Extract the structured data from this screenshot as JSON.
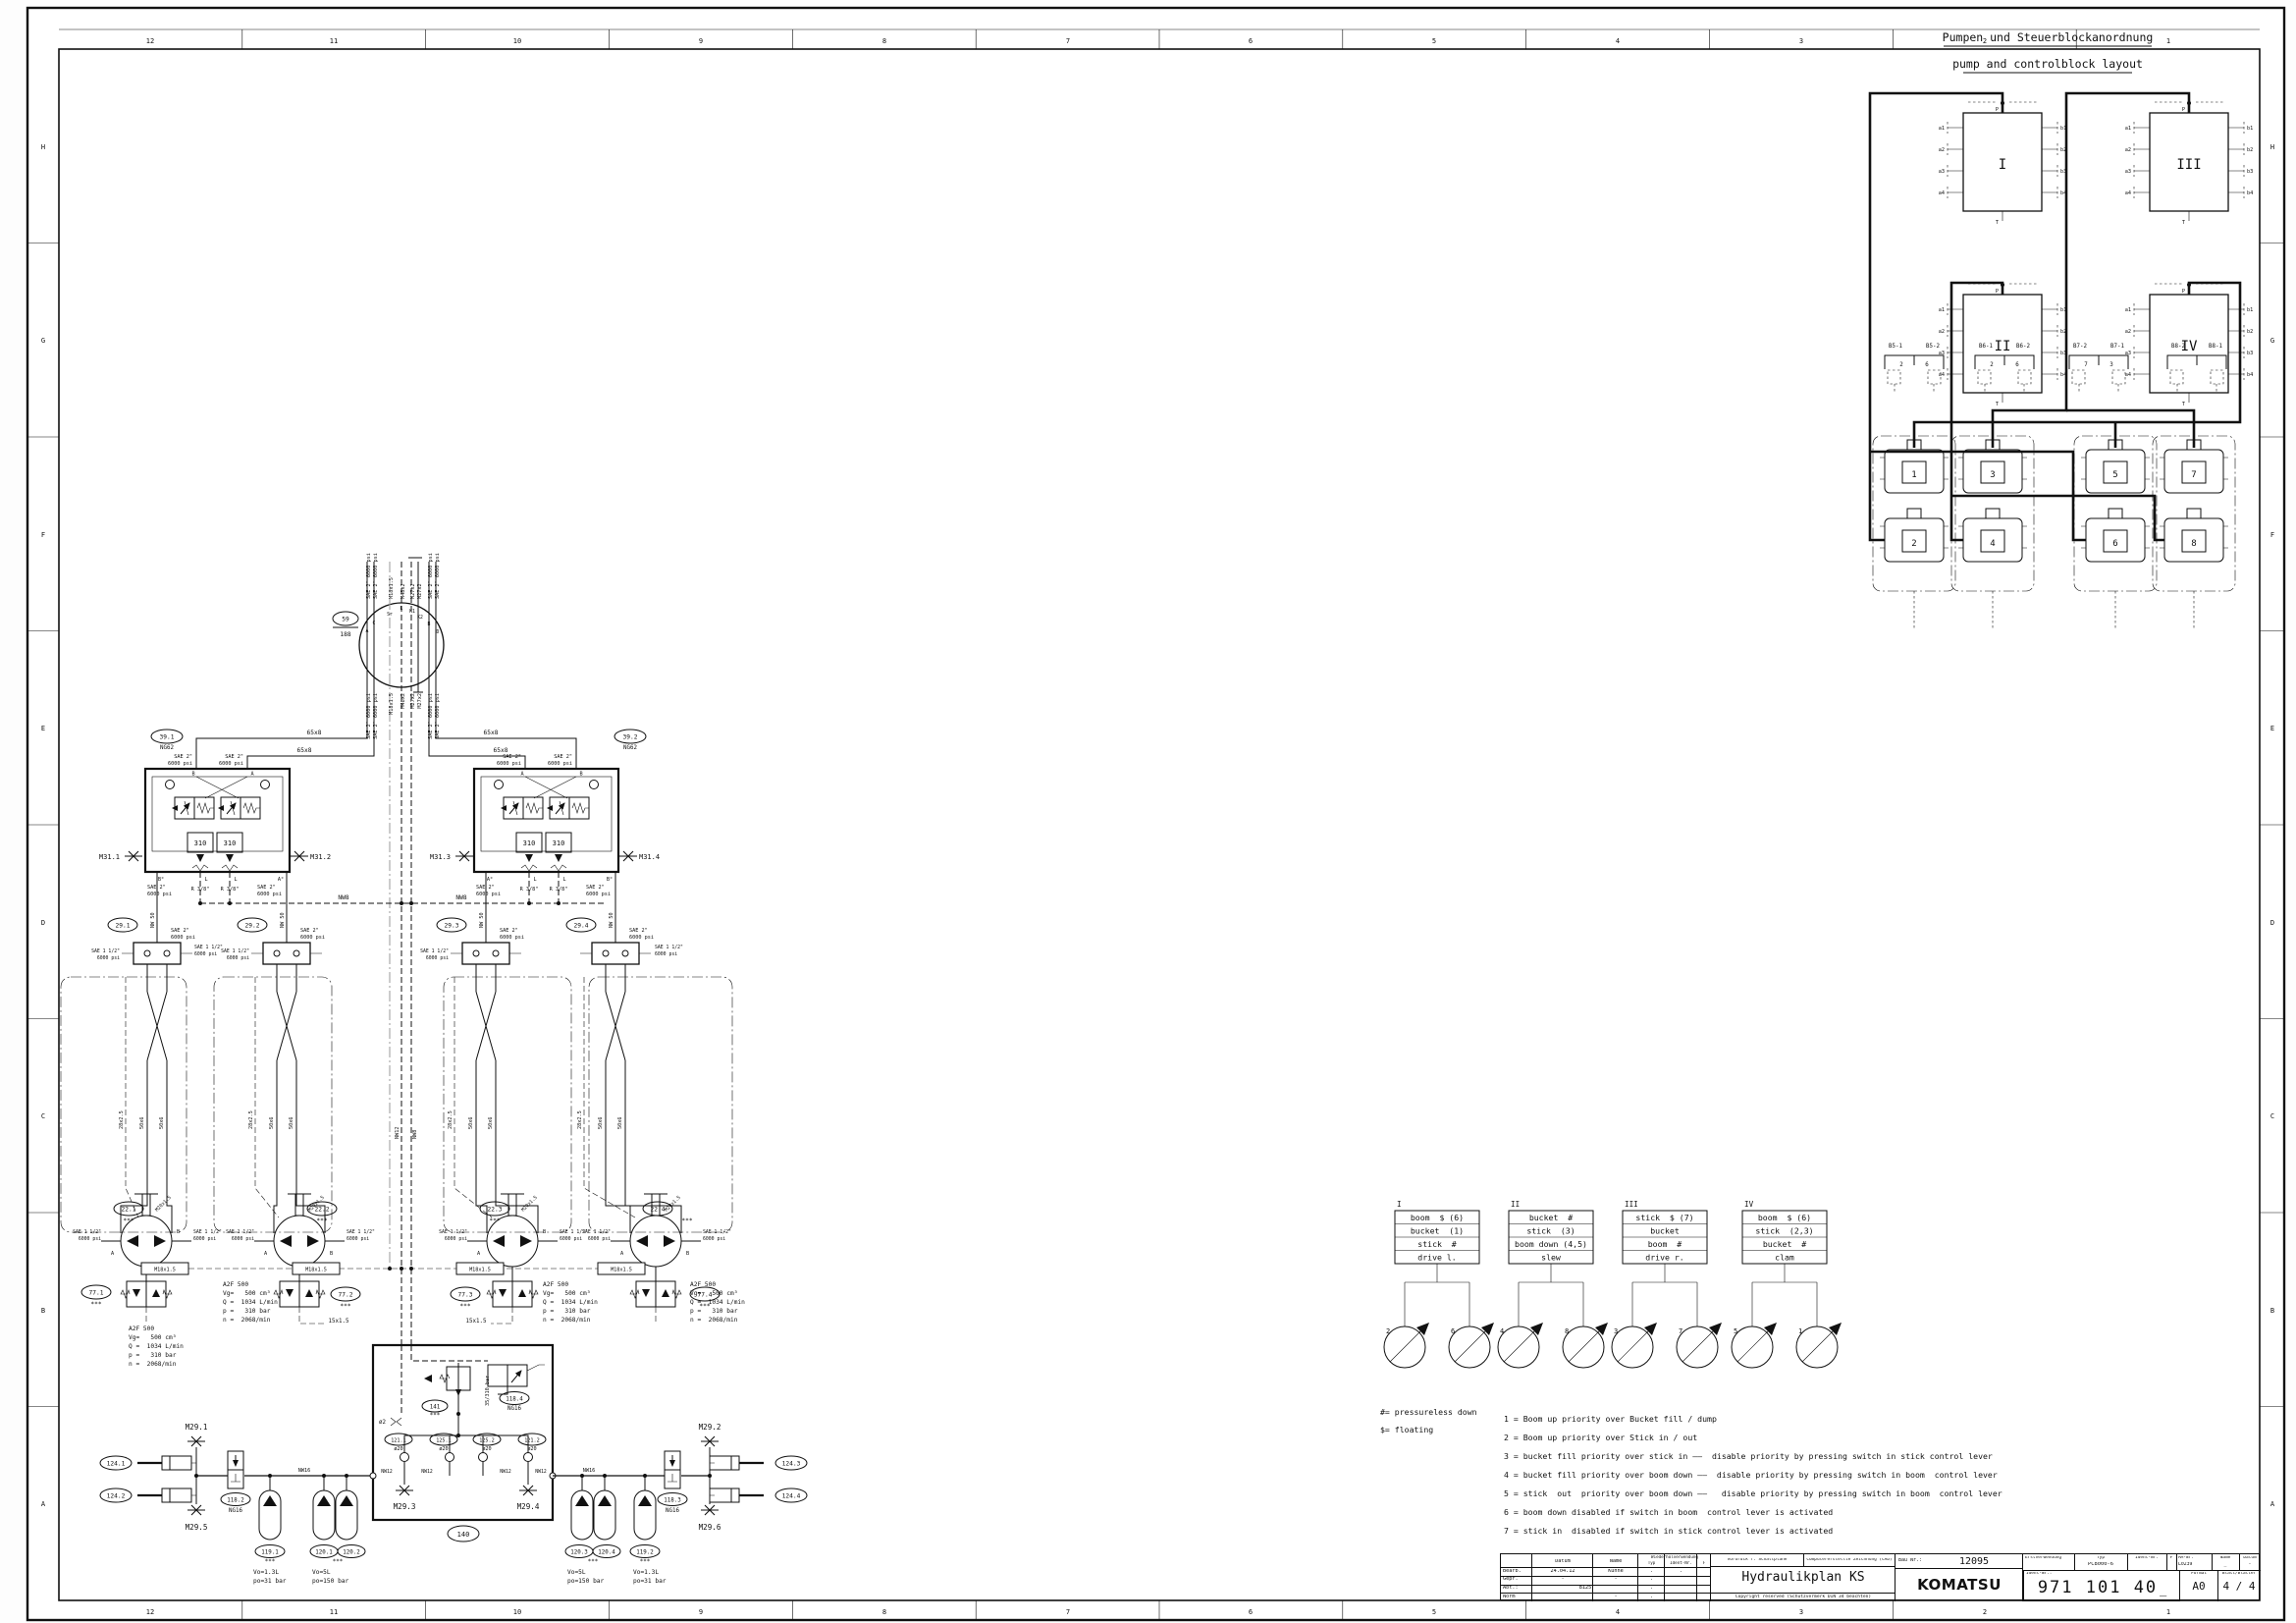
{
  "sheet": {
    "cols": [
      "12",
      "11",
      "10",
      "9",
      "8",
      "7",
      "6",
      "5",
      "4",
      "3",
      "2",
      "1"
    ],
    "rows": [
      "H",
      "G",
      "F",
      "E",
      "D",
      "C",
      "B",
      "A"
    ]
  },
  "layout": {
    "title_de": "Pumpen und Steuerblockanordnung",
    "title_en": "pump and controlblock layout",
    "numerals": [
      "I",
      "II",
      "III",
      "IV"
    ],
    "ports_left": [
      "a1",
      "a2",
      "a3",
      "a4"
    ],
    "ports_right": [
      "b1",
      "b2",
      "b3",
      "b4"
    ],
    "port_p": "P",
    "port_t": "T",
    "connectors": [
      {
        "l": "B5-1",
        "r": "B5-2",
        "pl": "2",
        "pr": "6"
      },
      {
        "l": "B6-1",
        "r": "B6-2",
        "pl": "2",
        "pr": "6"
      },
      {
        "l": "B7-2",
        "r": "B7-1",
        "pl": "7",
        "pr": "3"
      },
      {
        "l": "B8-2",
        "r": "B8-1",
        "pl": "",
        "pr": ""
      }
    ],
    "pump_numbers": [
      "1",
      "2",
      "3",
      "4",
      "5",
      "6",
      "7",
      "8"
    ]
  },
  "tables": [
    {
      "id": "I",
      "rows": [
        "boom  $ (6)",
        "bucket  (1)",
        "stick  #",
        "drive l."
      ],
      "pump_a": "2",
      "pump_b": "6"
    },
    {
      "id": "II",
      "rows": [
        "bucket  #",
        "stick  (3)",
        "boom down (4,5)",
        "slew"
      ],
      "pump_a": "4",
      "pump_b": "8"
    },
    {
      "id": "III",
      "rows": [
        "stick  $ (7)",
        "bucket",
        "boom  #",
        "drive r."
      ],
      "pump_a": "3",
      "pump_b": "7"
    },
    {
      "id": "IV",
      "rows": [
        "boom  $ (6)",
        "stick  (2,3)",
        "bucket  #",
        "clam"
      ],
      "pump_a": "5",
      "pump_b": "1"
    }
  ],
  "legend": {
    "hash": "#= pressureless down",
    "dollar": "$= floating",
    "notes": [
      "1 = Boom up priority over Bucket fill / dump",
      "2 = Boom up priority over Stick in / out",
      "3 = bucket fill priority over stick in ——  disable priority by pressing switch in stick control lever",
      "4 = bucket fill priority over boom down ——  disable priority by pressing switch in boom  control lever",
      "5 = stick  out  priority over boom down ——   disable priority by pressing switch in boom  control lever",
      "6 = boom down disabled if switch in boom  control lever is activated",
      "7 = stick in  disabled if switch in stick control lever is activated"
    ]
  },
  "title_block": {
    "h_datum": "Datum",
    "h_name": "Name",
    "h_wieder": "Wiederholverwendung",
    "h_typ": "Typ",
    "h_ident": "Ident-Nr.",
    "h_f": "F",
    "r1l": "Bearb.",
    "r1d": "24.04.12",
    "r1n": "Kuhne",
    "r2l": "Gepr.",
    "r2d": "-",
    "r2n": "-",
    "r3l": "Abt.:",
    "r3v": "8125",
    "r4l": "Norm",
    "r4v": "-",
    "dot": ".",
    "vordruck": "Vordruck f. Schaltpläne",
    "cad": "Computererstellte Zeichnung (CAD)",
    "doc_title": "Hydraulikplan  KS",
    "copyright": "Copyright reserved (Schutzvermerk DIN 34 beachten)",
    "bau_label": "Bau Nr.:",
    "bau_value": "12095",
    "brand": "KOMATSU",
    "erst_label": "Erstverwendung",
    "erst_typ_label": "Typ",
    "erst_typ": "PC8000-6",
    "erst_ident": "Ident-Nr.",
    "erst_f": "F",
    "am_label": "ÄM-Nr.",
    "am_value": "L0239",
    "am_name": "Name",
    "am_name_v": "_",
    "am_datum": "Datum",
    "am_datum_v": "-",
    "ident_label": "Ident-Nr.:",
    "ident_value": "971 101 40",
    "ident_suffix": "_",
    "format_label": "Format",
    "format_value": "A0",
    "blatt_label": "Blatt/Blätter",
    "blatt_value": "4 / 4"
  },
  "schematic": {
    "swivel_tag": "59",
    "swivel_sub": "188",
    "swivel_ports": [
      "A",
      "C",
      "Sr",
      "L",
      "K1",
      "K2",
      "B",
      "D"
    ],
    "swivel_specs": [
      "SAE 2\" 6000 psi",
      "SAE 2\" 6000 psi",
      "M18x1.5",
      "M48x2",
      "M27x2",
      "M27x2",
      "SAE 2\" 6000 psi",
      "SAE 2\" 6000 psi"
    ],
    "p65": "65x8",
    "p50": "50x6",
    "p28": "28x2.5",
    "p15": "15x1.5",
    "nw8": "NW8",
    "nw12": "NW12",
    "nw16": "NW16",
    "nw50": "NW 50",
    "m18": "M18x1.5",
    "m20": "M20x1.5",
    "d2": "ø2",
    "d20": "ø20",
    "sae2a": "SAE 2\"",
    "sae2b": "6000 psi",
    "sae15a": "SAE 1 1/2\"",
    "sae15b": "6000 psi",
    "r38": "R 3/8\"",
    "vb": [
      {
        "tag": "39.1",
        "size": "NG62",
        "tpl": "M31.1",
        "tpr": "M31.2"
      },
      {
        "tag": "39.2",
        "size": "NG62",
        "tpl": "M31.3",
        "tpr": "M31.4"
      }
    ],
    "relief310": "310",
    "portA": "A",
    "portB": "B",
    "portAp": "A°",
    "portBp": "B°",
    "portL": "L",
    "jt": [
      "29.1",
      "29.2",
      "29.3",
      "29.4"
    ],
    "mt": [
      "22.1",
      "22.2",
      "22.3",
      "22.4"
    ],
    "ft": [
      "77.1",
      "77.2",
      "77.3",
      "77.4"
    ],
    "spec_model": "A2F 500",
    "spec_vg": "Vg=   500 cm³",
    "spec_q": "Q =  1034 L/min",
    "spec_p": "p =   310 bar",
    "spec_n": "n =  2068/min",
    "stars": "***",
    "mf_tag": "140",
    "mf_relief": "141",
    "mf_set": "35/310 bar",
    "mf_sol": "118.4",
    "ng16": "NG16",
    "orif": [
      "121.1",
      "125.1",
      "125.2",
      "121.2"
    ],
    "tp": [
      "M29.1",
      "M29.2",
      "M29.3",
      "M29.4",
      "M29.5",
      "M29.6"
    ],
    "cyl": [
      "124.1",
      "124.2",
      "124.3",
      "124.4"
    ],
    "acc": [
      "119.1",
      "119.2",
      "120.1",
      "120.2",
      "120.3",
      "120.4"
    ],
    "acc_sv": "Vo=1.3L",
    "acc_sp": "po=31 bar",
    "acc_lv": "Vo=5L",
    "acc_lp": "po=150 bar",
    "v182": "118.2",
    "v183": "118.3"
  }
}
